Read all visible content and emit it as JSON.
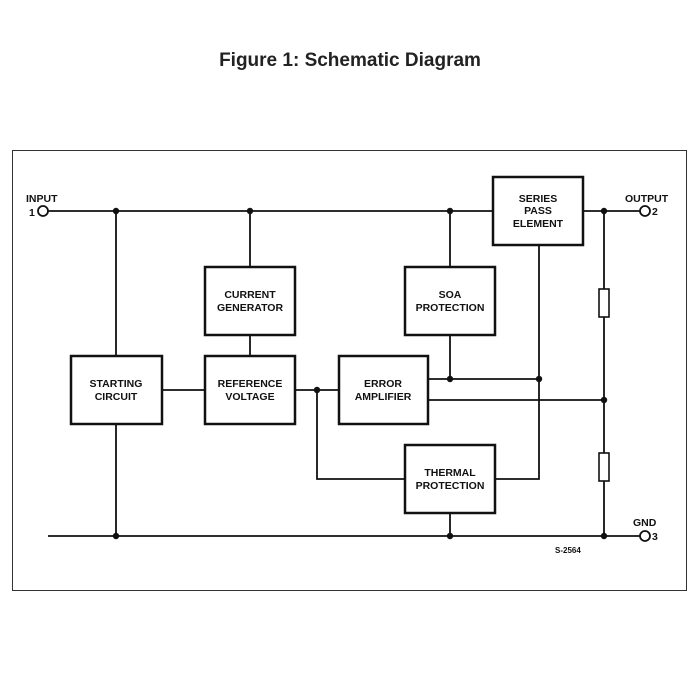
{
  "title": "Figure 1: Schematic Diagram",
  "pins": {
    "input": {
      "name": "INPUT",
      "number": "1"
    },
    "output": {
      "name": "OUTPUT",
      "number": "2"
    },
    "gnd": {
      "name": "GND",
      "number": "3"
    }
  },
  "blocks": {
    "series_pass": [
      "SERIES",
      "PASS",
      "ELEMENT"
    ],
    "current_generator": [
      "CURRENT",
      "GENERATOR"
    ],
    "soa_protection": [
      "SOA",
      "PROTECTION"
    ],
    "starting_circuit": [
      "STARTING",
      "CIRCUIT"
    ],
    "reference_voltage": [
      "REFERENCE",
      "VOLTAGE"
    ],
    "error_amplifier": [
      "ERROR",
      "AMPLIFIER"
    ],
    "thermal_protection": [
      "THERMAL",
      "PROTECTION"
    ]
  },
  "drawing_code": "S-2564"
}
